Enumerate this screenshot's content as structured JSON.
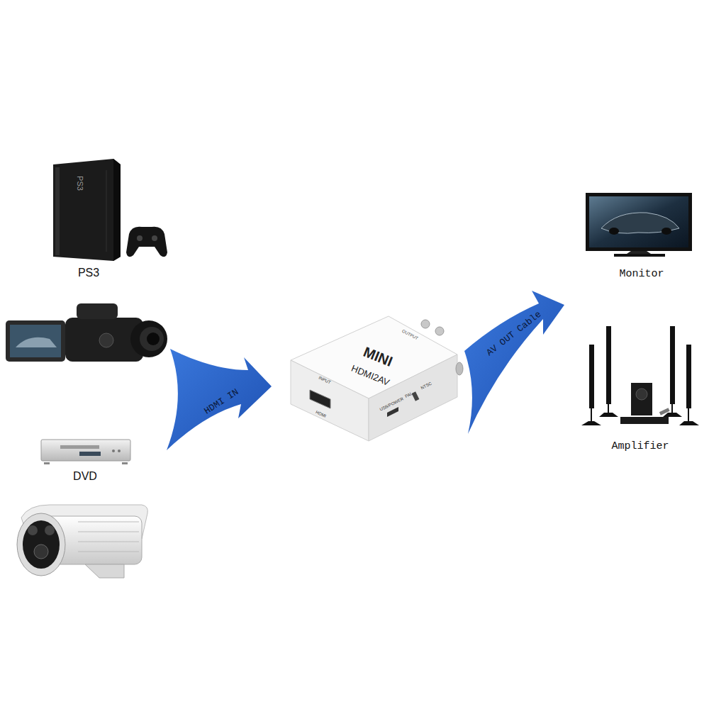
{
  "diagram": {
    "nodes": [
      {
        "text": [
          "PS3"
        ]
      },
      {
        "text": [
          "DVD"
        ]
      },
      {
        "text": [
          "MINI",
          "HDMI2AV"
        ]
      },
      {
        "text": [
          "Monitor"
        ]
      },
      {
        "text": [
          "Amplifier"
        ]
      }
    ],
    "labels": [
      "HDMI IN",
      "AV OUT Cable",
      "INPUT",
      "HDMI",
      "USB/POWER",
      "PAL",
      "NTSC",
      "OUTPUT",
      "PS3"
    ]
  }
}
